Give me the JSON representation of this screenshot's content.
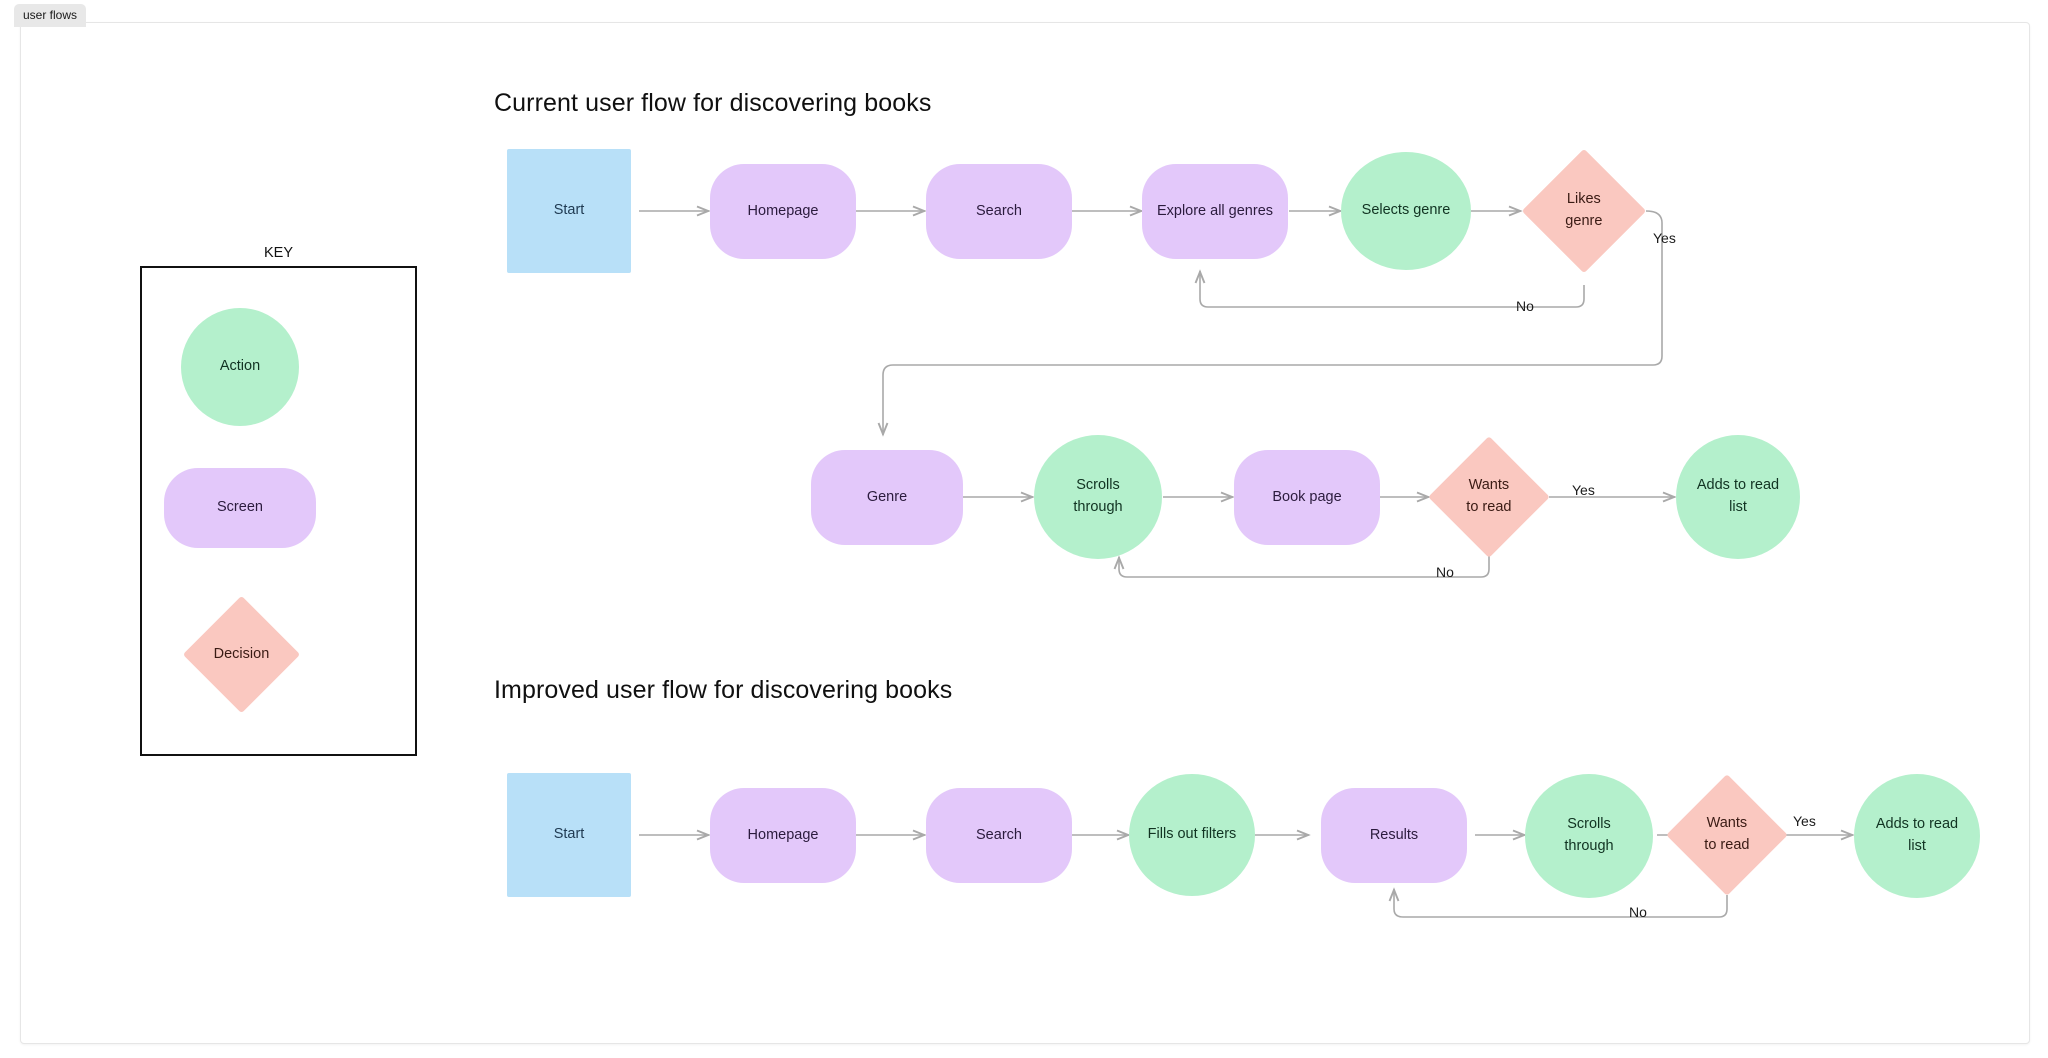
{
  "tab": {
    "label": "user flows"
  },
  "key": {
    "title": "KEY",
    "items": [
      {
        "shape": "circle",
        "label": "Action"
      },
      {
        "shape": "rounded-rect",
        "label": "Screen"
      },
      {
        "shape": "diamond",
        "label": "Decision"
      }
    ]
  },
  "flows": [
    {
      "title": "Current user flow for discovering books",
      "rows": [
        {
          "nodes": [
            {
              "label": "Start",
              "type": "terminator"
            },
            {
              "label": "Homepage",
              "type": "screen"
            },
            {
              "label": "Search",
              "type": "screen"
            },
            {
              "label": "Explore all genres",
              "type": "screen"
            },
            {
              "label": "Selects genre",
              "type": "action"
            },
            {
              "label": "Likes\ngenre",
              "type": "decision"
            }
          ],
          "edge_labels": [
            "Yes",
            "No"
          ]
        },
        {
          "nodes": [
            {
              "label": "Genre",
              "type": "screen"
            },
            {
              "label": "Scrolls\nthrough",
              "type": "action"
            },
            {
              "label": "Book page",
              "type": "screen"
            },
            {
              "label": "Wants\nto read",
              "type": "decision"
            },
            {
              "label": "Adds to read\nlist",
              "type": "action"
            }
          ],
          "edge_labels": [
            "Yes",
            "No"
          ]
        }
      ]
    },
    {
      "title": "Improved user flow for discovering books",
      "rows": [
        {
          "nodes": [
            {
              "label": "Start",
              "type": "terminator"
            },
            {
              "label": "Homepage",
              "type": "screen"
            },
            {
              "label": "Search",
              "type": "screen"
            },
            {
              "label": "Fills out filters",
              "type": "action"
            },
            {
              "label": "Results",
              "type": "screen"
            },
            {
              "label": "Scrolls\nthrough",
              "type": "action"
            },
            {
              "label": "Wants\nto read",
              "type": "decision"
            },
            {
              "label": "Adds to read\nlist",
              "type": "action"
            }
          ],
          "edge_labels": [
            "Yes",
            "No"
          ]
        }
      ]
    }
  ],
  "colors": {
    "terminator": "#b8e0f8",
    "screen": "#e3c8fa",
    "action": "#b4f0cc",
    "decision": "#fac8c0",
    "connector": "#a9a9a9",
    "text": "#2b1b3d"
  }
}
